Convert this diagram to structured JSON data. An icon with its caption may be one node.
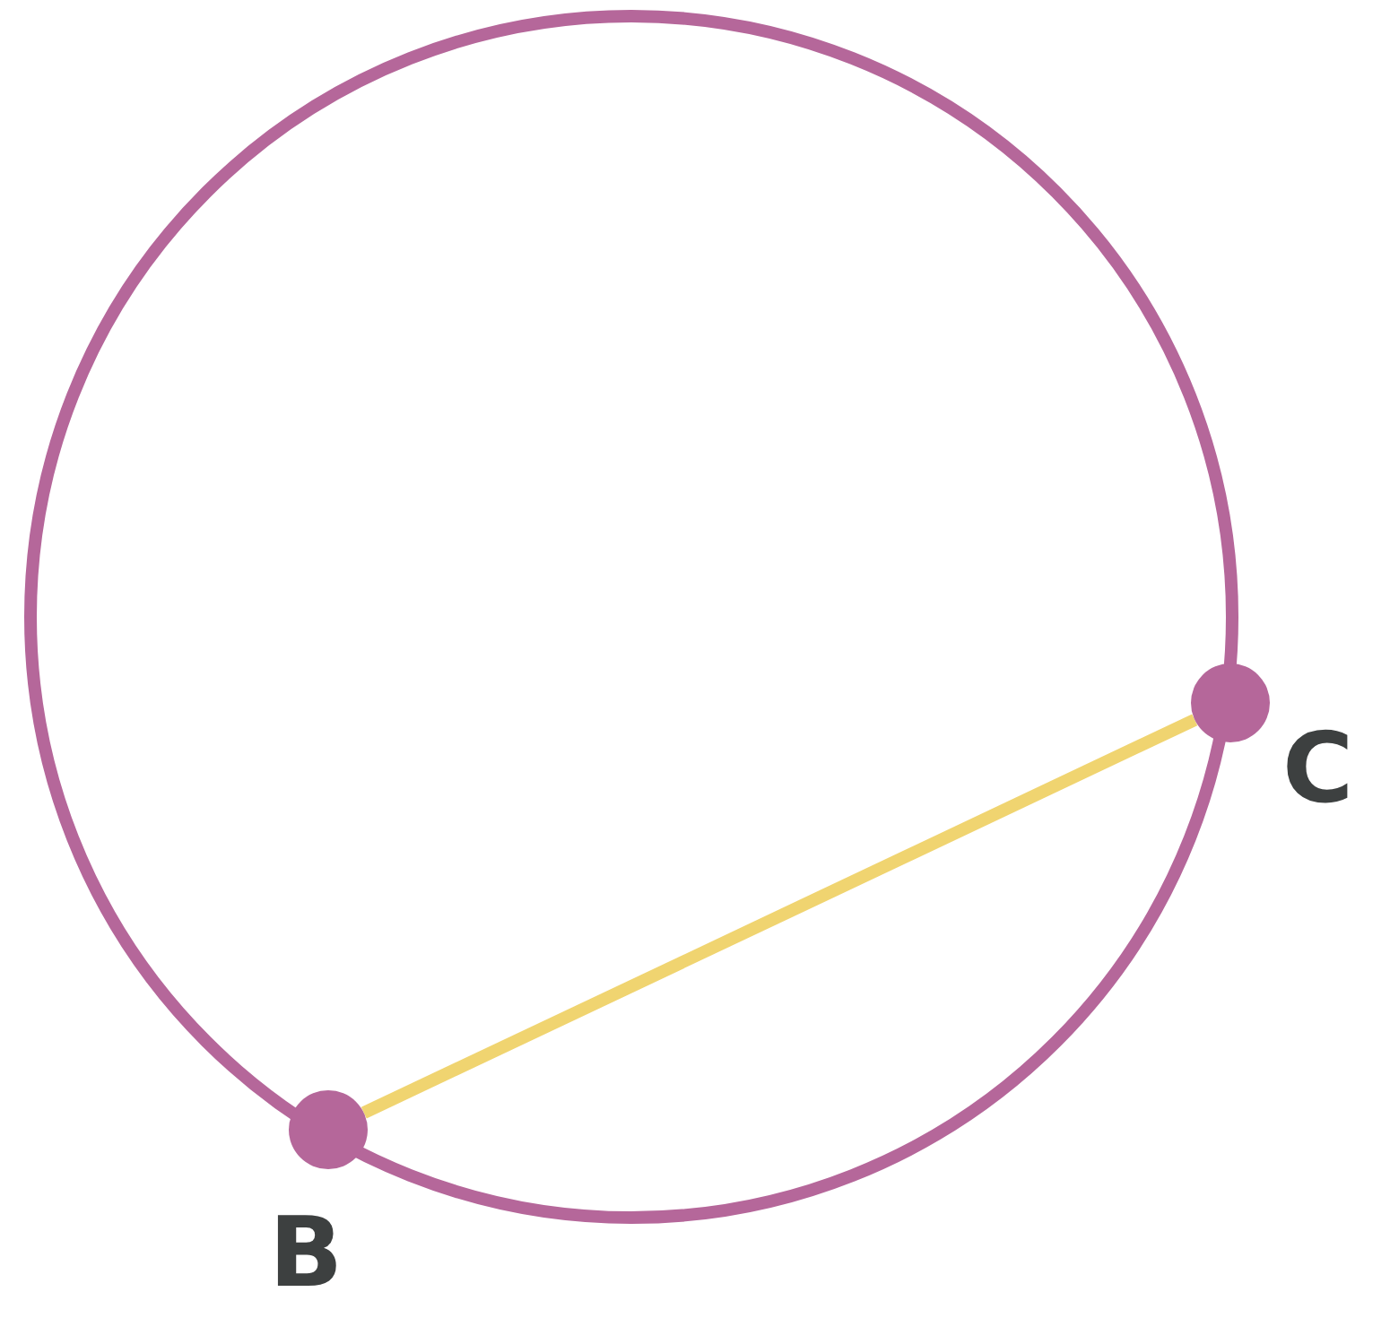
{
  "diagram": {
    "nodes": [
      {
        "text": [],
        "shape": "circle",
        "beside": [
          "B"
        ]
      },
      {
        "text": [],
        "shape": "circle",
        "beside": [
          "C"
        ]
      }
    ],
    "edges": [
      {
        "from": 0,
        "to": 1,
        "arrow": "none",
        "color": "#f0d470"
      }
    ]
  }
}
